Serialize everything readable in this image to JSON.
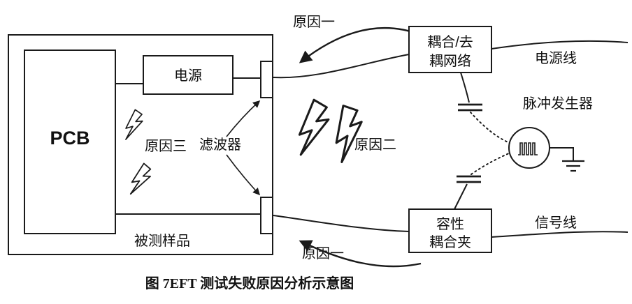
{
  "diagram": {
    "pcb_label": "PCB",
    "power_supply_label": "电源",
    "dut_label": "被测样品",
    "filter_label": "滤波器",
    "cause1_top_label": "原因一",
    "cause1_bottom_label": "原因一",
    "cause2_label": "原因二",
    "cause3_label": "原因三",
    "coupling_network_line1": "耦合/去",
    "coupling_network_line2": "耦网络",
    "power_line_label": "电源线",
    "pulse_generator_label": "脉冲发生器",
    "capacitive_clamp_line1": "容性",
    "capacitive_clamp_line2": "耦合夹",
    "signal_line_label": "信号线",
    "caption": "图 7EFT 测试失败原因分析示意图"
  },
  "colors": {
    "stroke": "#1a1a1a",
    "background": "#ffffff"
  }
}
